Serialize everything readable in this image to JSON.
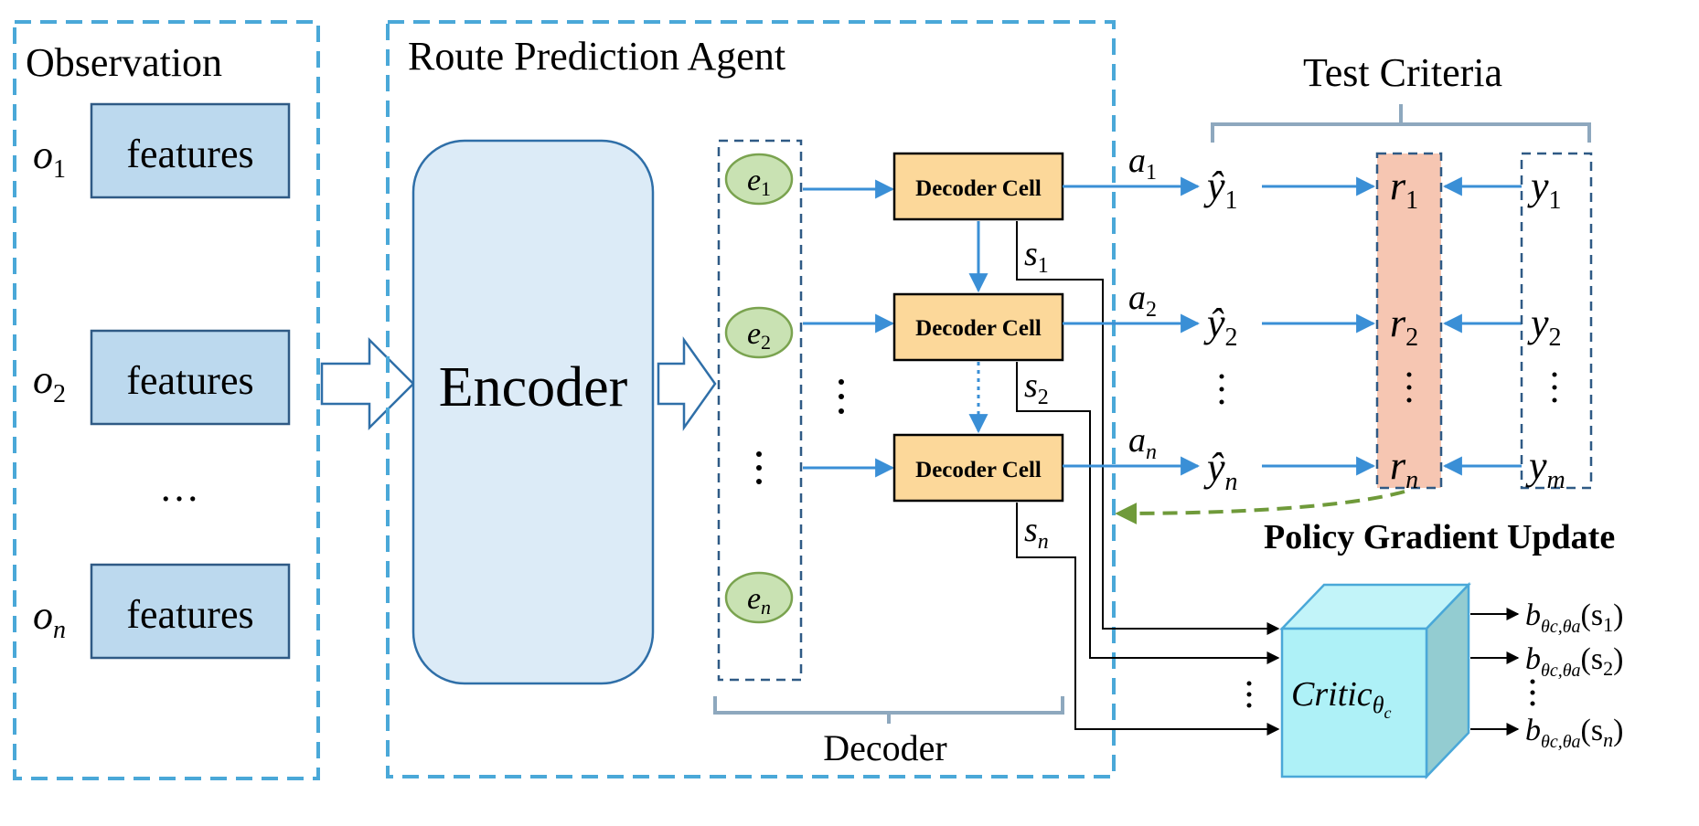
{
  "observation": {
    "title": "Observation",
    "rows": [
      {
        "sym": "o",
        "sub": "1",
        "label": "features"
      },
      {
        "sym": "o",
        "sub": "2",
        "label": "features"
      },
      {
        "sym": "o",
        "sub": "n",
        "label": "features"
      }
    ],
    "ellipsis": "…"
  },
  "agent": {
    "title": "Route Prediction Agent",
    "encoder": "Encoder",
    "decoder": "Decoder",
    "embeddings": [
      {
        "sym": "e",
        "sub": "1"
      },
      {
        "sym": "e",
        "sub": "2"
      },
      {
        "sym": "e",
        "sub": "n"
      }
    ],
    "cells": [
      "Decoder Cell",
      "Decoder Cell",
      "Decoder Cell"
    ],
    "states": [
      {
        "sym": "s",
        "sub": "1"
      },
      {
        "sym": "s",
        "sub": "2"
      },
      {
        "sym": "s",
        "sub": "n"
      }
    ],
    "actions": [
      {
        "sym": "a",
        "sub": "1"
      },
      {
        "sym": "a",
        "sub": "2"
      },
      {
        "sym": "a",
        "sub": "n"
      }
    ]
  },
  "test": {
    "title": "Test Criteria",
    "predictions": [
      {
        "sym": "ŷ",
        "sub": "1"
      },
      {
        "sym": "ŷ",
        "sub": "2"
      },
      {
        "sym": "ŷ",
        "sub": "n"
      }
    ],
    "rewards": [
      {
        "sym": "r",
        "sub": "1"
      },
      {
        "sym": "r",
        "sub": "2"
      },
      {
        "sym": "r",
        "sub": "n"
      }
    ],
    "labels": [
      {
        "sym": "y",
        "sub": "1"
      },
      {
        "sym": "y",
        "sub": "2"
      },
      {
        "sym": "y",
        "sub": "m"
      }
    ]
  },
  "policy_update": "Policy Gradient Update",
  "critic": {
    "name": "Critic",
    "sub": "θ",
    "subsub": "c",
    "outputs": [
      {
        "head": "b",
        "sub": "θc,θa",
        "arg": "(s",
        "argsub": "1",
        "close": ")"
      },
      {
        "head": "b",
        "sub": "θc,θa",
        "arg": "(s",
        "argsub": "2",
        "close": ")"
      },
      {
        "head": "b",
        "sub": "θc,θa",
        "arg": "(s",
        "argsub": "n",
        "close": ")"
      }
    ]
  },
  "colors": {
    "dashed_blue": "#4aa8d8",
    "dark_dashed": "#2f5a85",
    "arrow_blue": "#3a8fd6",
    "feature_fill": "#bcd9ee",
    "encoder_fill": "#dcebf7",
    "decoder_cell_fill": "#fcd89a",
    "embed_fill": "#c9e2b3",
    "reward_fill": "#f6c6b2",
    "critic_front": "#aef1f7",
    "critic_side": "#93ccd1",
    "critic_top": "#c2f4f9",
    "bracket_gray": "#8ea8be",
    "policy_green": "#6f9a3a"
  }
}
